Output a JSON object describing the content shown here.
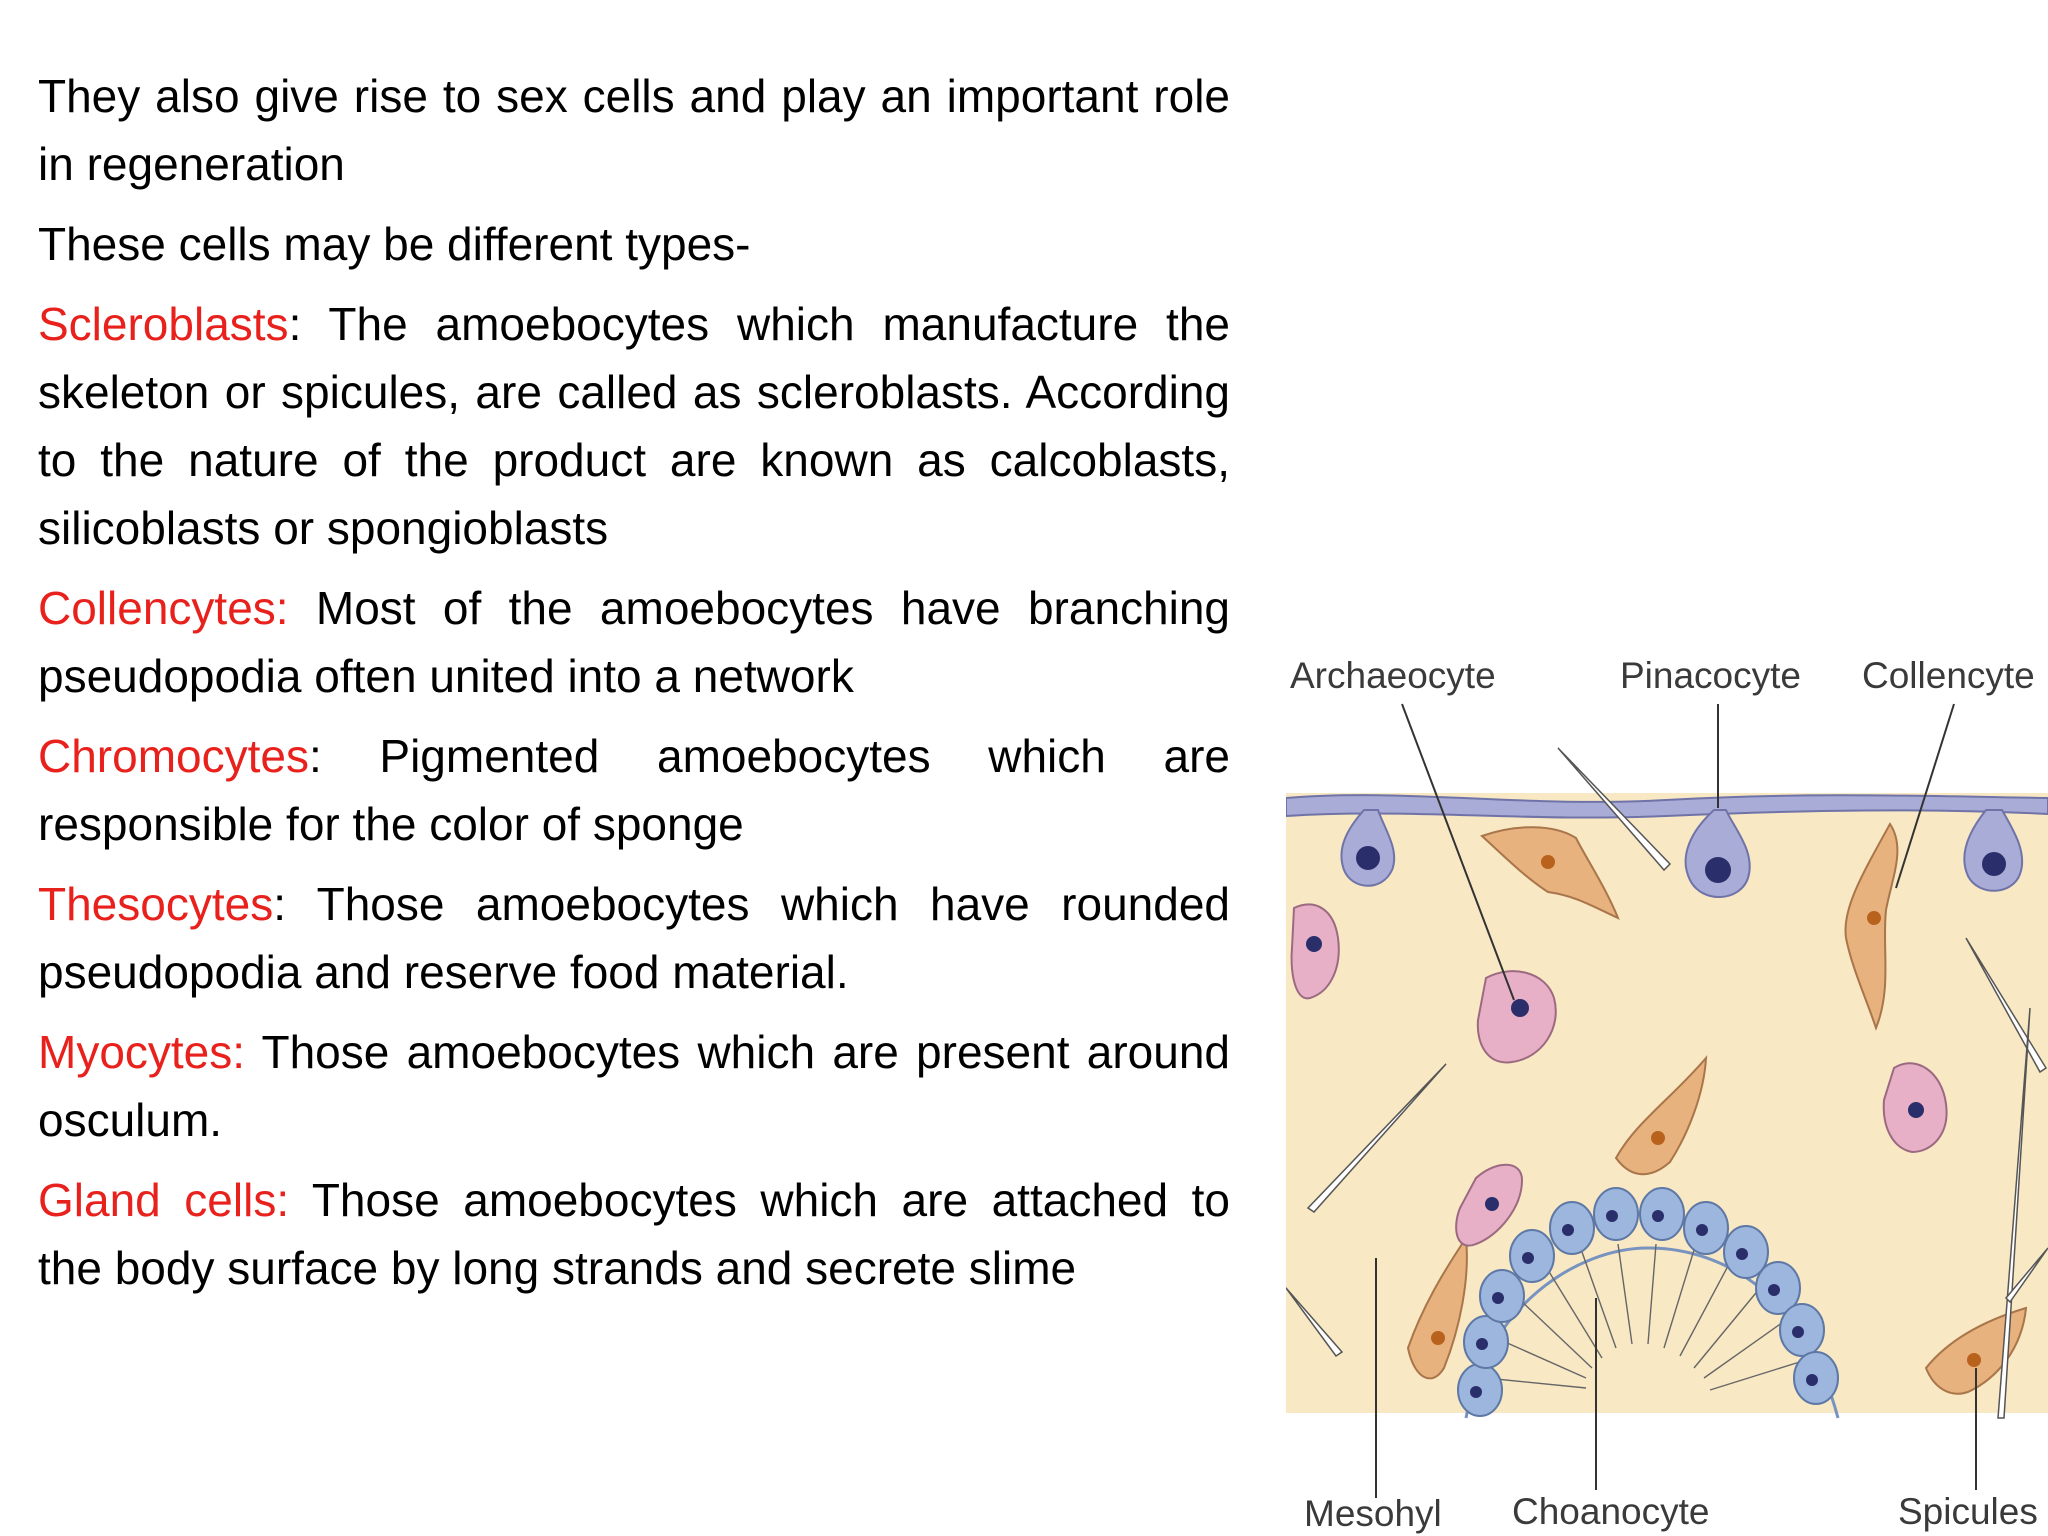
{
  "paragraphs": [
    {
      "term": "",
      "text": "They also give rise to sex cells and play an important role in regeneration"
    },
    {
      "term": "",
      "text": "These cells may be different types-"
    },
    {
      "term": "Scleroblasts",
      "text": ": The amoebocytes which manufacture the skeleton or spicules, are called as scleroblasts. According to the nature of the product are known as calcoblasts, silicoblasts or spongioblasts"
    },
    {
      "term": "Collencytes:",
      "text": " Most of the amoebocytes have branching pseudopodia often united into a network"
    },
    {
      "term": "Chromocytes",
      "text": ": Pigmented amoebocytes which are responsible for the color of sponge"
    },
    {
      "term": "Thesocytes",
      "text": ": Those amoebocytes which have rounded pseudopodia and reserve food material."
    },
    {
      "term": "Myocytes:",
      "text": " Those amoebocytes which are present around osculum."
    },
    {
      "term": "Gland cells:",
      "text": " Those amoebocytes which are attached to the body surface by long strands and secrete slime"
    }
  ],
  "figure": {
    "labels": {
      "archaeocyte": "Archaeocyte",
      "pinacocyte": "Pinacocyte",
      "collencyte": "Collencyte",
      "mesohyl": "Mesohyl",
      "choanocyte": "Choanocyte",
      "spicules": "Spicules"
    },
    "colors": {
      "mesohyl_fill": "#f8e8c4",
      "pinacocyte": "#a9acd6",
      "choanocyte": "#9db6de",
      "collencyte": "#e7b27e",
      "archaeocyte": "#e7b0c6",
      "nucleus": "#2a2f6b",
      "term_red": "#e8211c"
    }
  }
}
